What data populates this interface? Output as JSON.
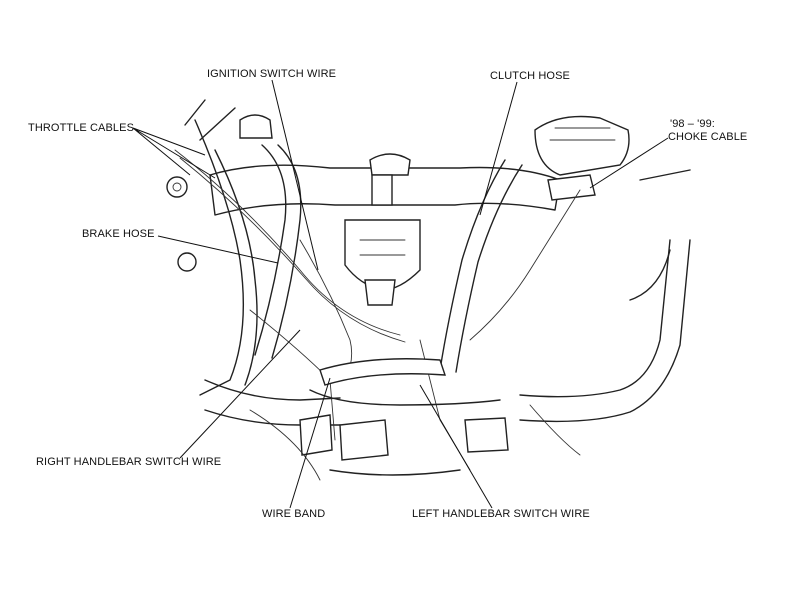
{
  "labels": {
    "ignition_switch_wire": "IGNITION SWITCH WIRE",
    "clutch_hose": "CLUTCH HOSE",
    "throttle_cables": "THROTTLE CABLES",
    "choke_cable_line1": "'98 – '99:",
    "choke_cable_line2": "CHOKE CABLE",
    "brake_hose": "BRAKE HOSE",
    "right_handlebar_switch_wire": "RIGHT HANDLEBAR SWITCH WIRE",
    "wire_band": "WIRE BAND",
    "left_handlebar_switch_wire": "LEFT HANDLEBAR SWITCH WIRE"
  }
}
